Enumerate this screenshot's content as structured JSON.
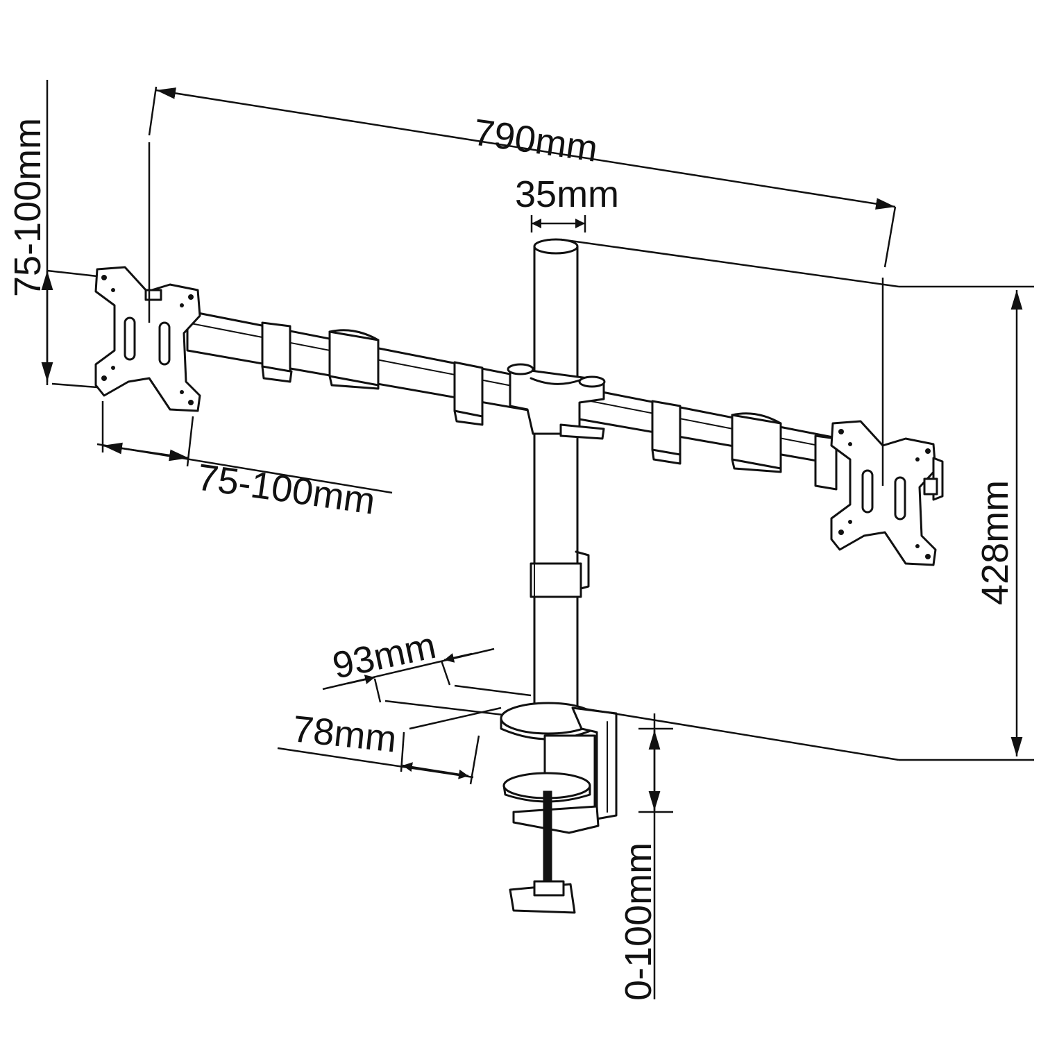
{
  "dimensions": {
    "total_width": "790mm",
    "pole_diameter": "35mm",
    "height": "428mm",
    "vesa_vertical": "75-100mm",
    "vesa_horizontal": "75-100mm",
    "base_width": "93mm",
    "base_depth": "78mm",
    "clamp_range": "0-100mm"
  },
  "colors": {
    "line": "#111111",
    "background": "#ffffff"
  }
}
